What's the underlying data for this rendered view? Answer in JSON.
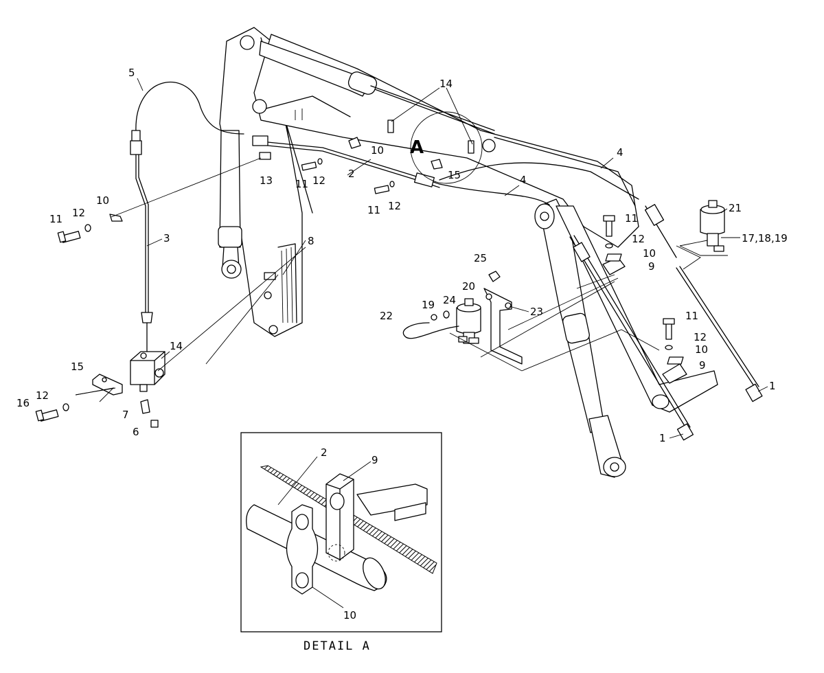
{
  "callouts": {
    "c1a": "1",
    "c1b": "1",
    "c2": "2",
    "c3": "3",
    "c4a": "4",
    "c4b": "4",
    "c5": "5",
    "c6": "6",
    "c7": "7",
    "c8": "8",
    "c9a": "9",
    "c9b": "9",
    "c10a": "10",
    "c10b": "10",
    "c10c": "10",
    "c10d": "10",
    "c11a": "11",
    "c11b": "11",
    "c11c": "11",
    "c11d": "11",
    "c11e": "11",
    "c12a": "12",
    "c12b": "12",
    "c12c": "12",
    "c12d": "12",
    "c12e": "12",
    "c12f": "12",
    "c13": "13",
    "c14a": "14",
    "c14b": "14",
    "c15a": "15",
    "c15b": "15",
    "c16": "16",
    "c17": "17,18,19",
    "c19": "19",
    "c20": "20",
    "c21": "21",
    "c22": "22",
    "c23": "23",
    "c24": "24",
    "c25": "25"
  },
  "view_label": "A",
  "detail": {
    "caption": "DETAIL A",
    "c2": "2",
    "c9": "9",
    "c10": "10"
  }
}
